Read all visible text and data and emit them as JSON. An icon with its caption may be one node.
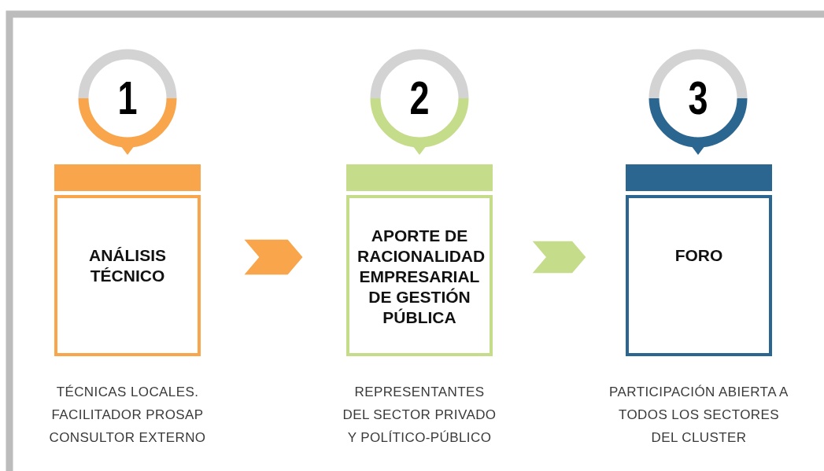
{
  "diagram": {
    "nodes": [
      {
        "text": [
          "1"
        ]
      },
      {
        "text": [
          "ANÁLISIS TÉCNICO"
        ],
        "beside": [
          "TÉCNICAS LOCALES. FACILITADOR PROSAP CONSULTOR EXTERNO"
        ]
      },
      {
        "text": [
          "2"
        ]
      },
      {
        "text": [
          "APORTE DE RACIONALIDAD EMPRESARIAL DE GESTIÓN PÚBLICA"
        ],
        "beside": [
          "REPRESENTANTES DEL SECTOR PRIVADO Y POLÍTICO-PÚBLICO"
        ]
      },
      {
        "text": [
          "3"
        ]
      },
      {
        "text": [
          "FORO"
        ],
        "beside": [
          "PARTICIPACIÓN ABIERTA A TODOS LOS SECTORES DEL CLUSTER"
        ]
      }
    ],
    "edges": [
      {
        "from": 1,
        "to": 3,
        "arrow": "to",
        "color": "#f9a54b"
      },
      {
        "from": 3,
        "to": 5,
        "arrow": "to",
        "color": "#c5dc8a"
      }
    ]
  }
}
